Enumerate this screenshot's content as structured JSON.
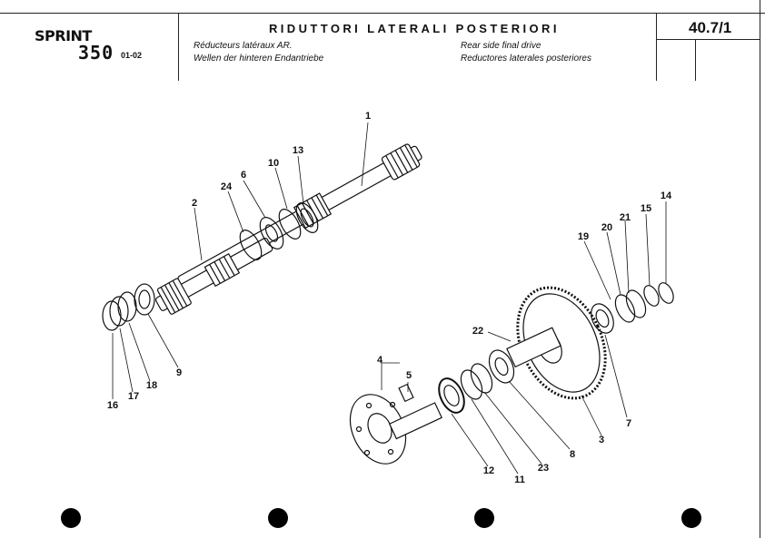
{
  "header": {
    "brand": "SPRINT",
    "model": "350",
    "edition": "01-02",
    "title": "RIDUTTORI LATERALI POSTERIORI",
    "subtitles": {
      "fr": "Réducteurs latéraux AR.",
      "de": "Wellen der hinteren Endantriebe",
      "en": "Rear side final drive",
      "es": "Reductores laterales posteriores"
    },
    "page_number": "40.7/1"
  },
  "callouts": [
    "1",
    "2",
    "3",
    "4",
    "5",
    "6",
    "7",
    "8",
    "9",
    "10",
    "11",
    "12",
    "13",
    "14",
    "15",
    "16",
    "17",
    "18",
    "19",
    "20",
    "21",
    "22",
    "23",
    "24"
  ]
}
